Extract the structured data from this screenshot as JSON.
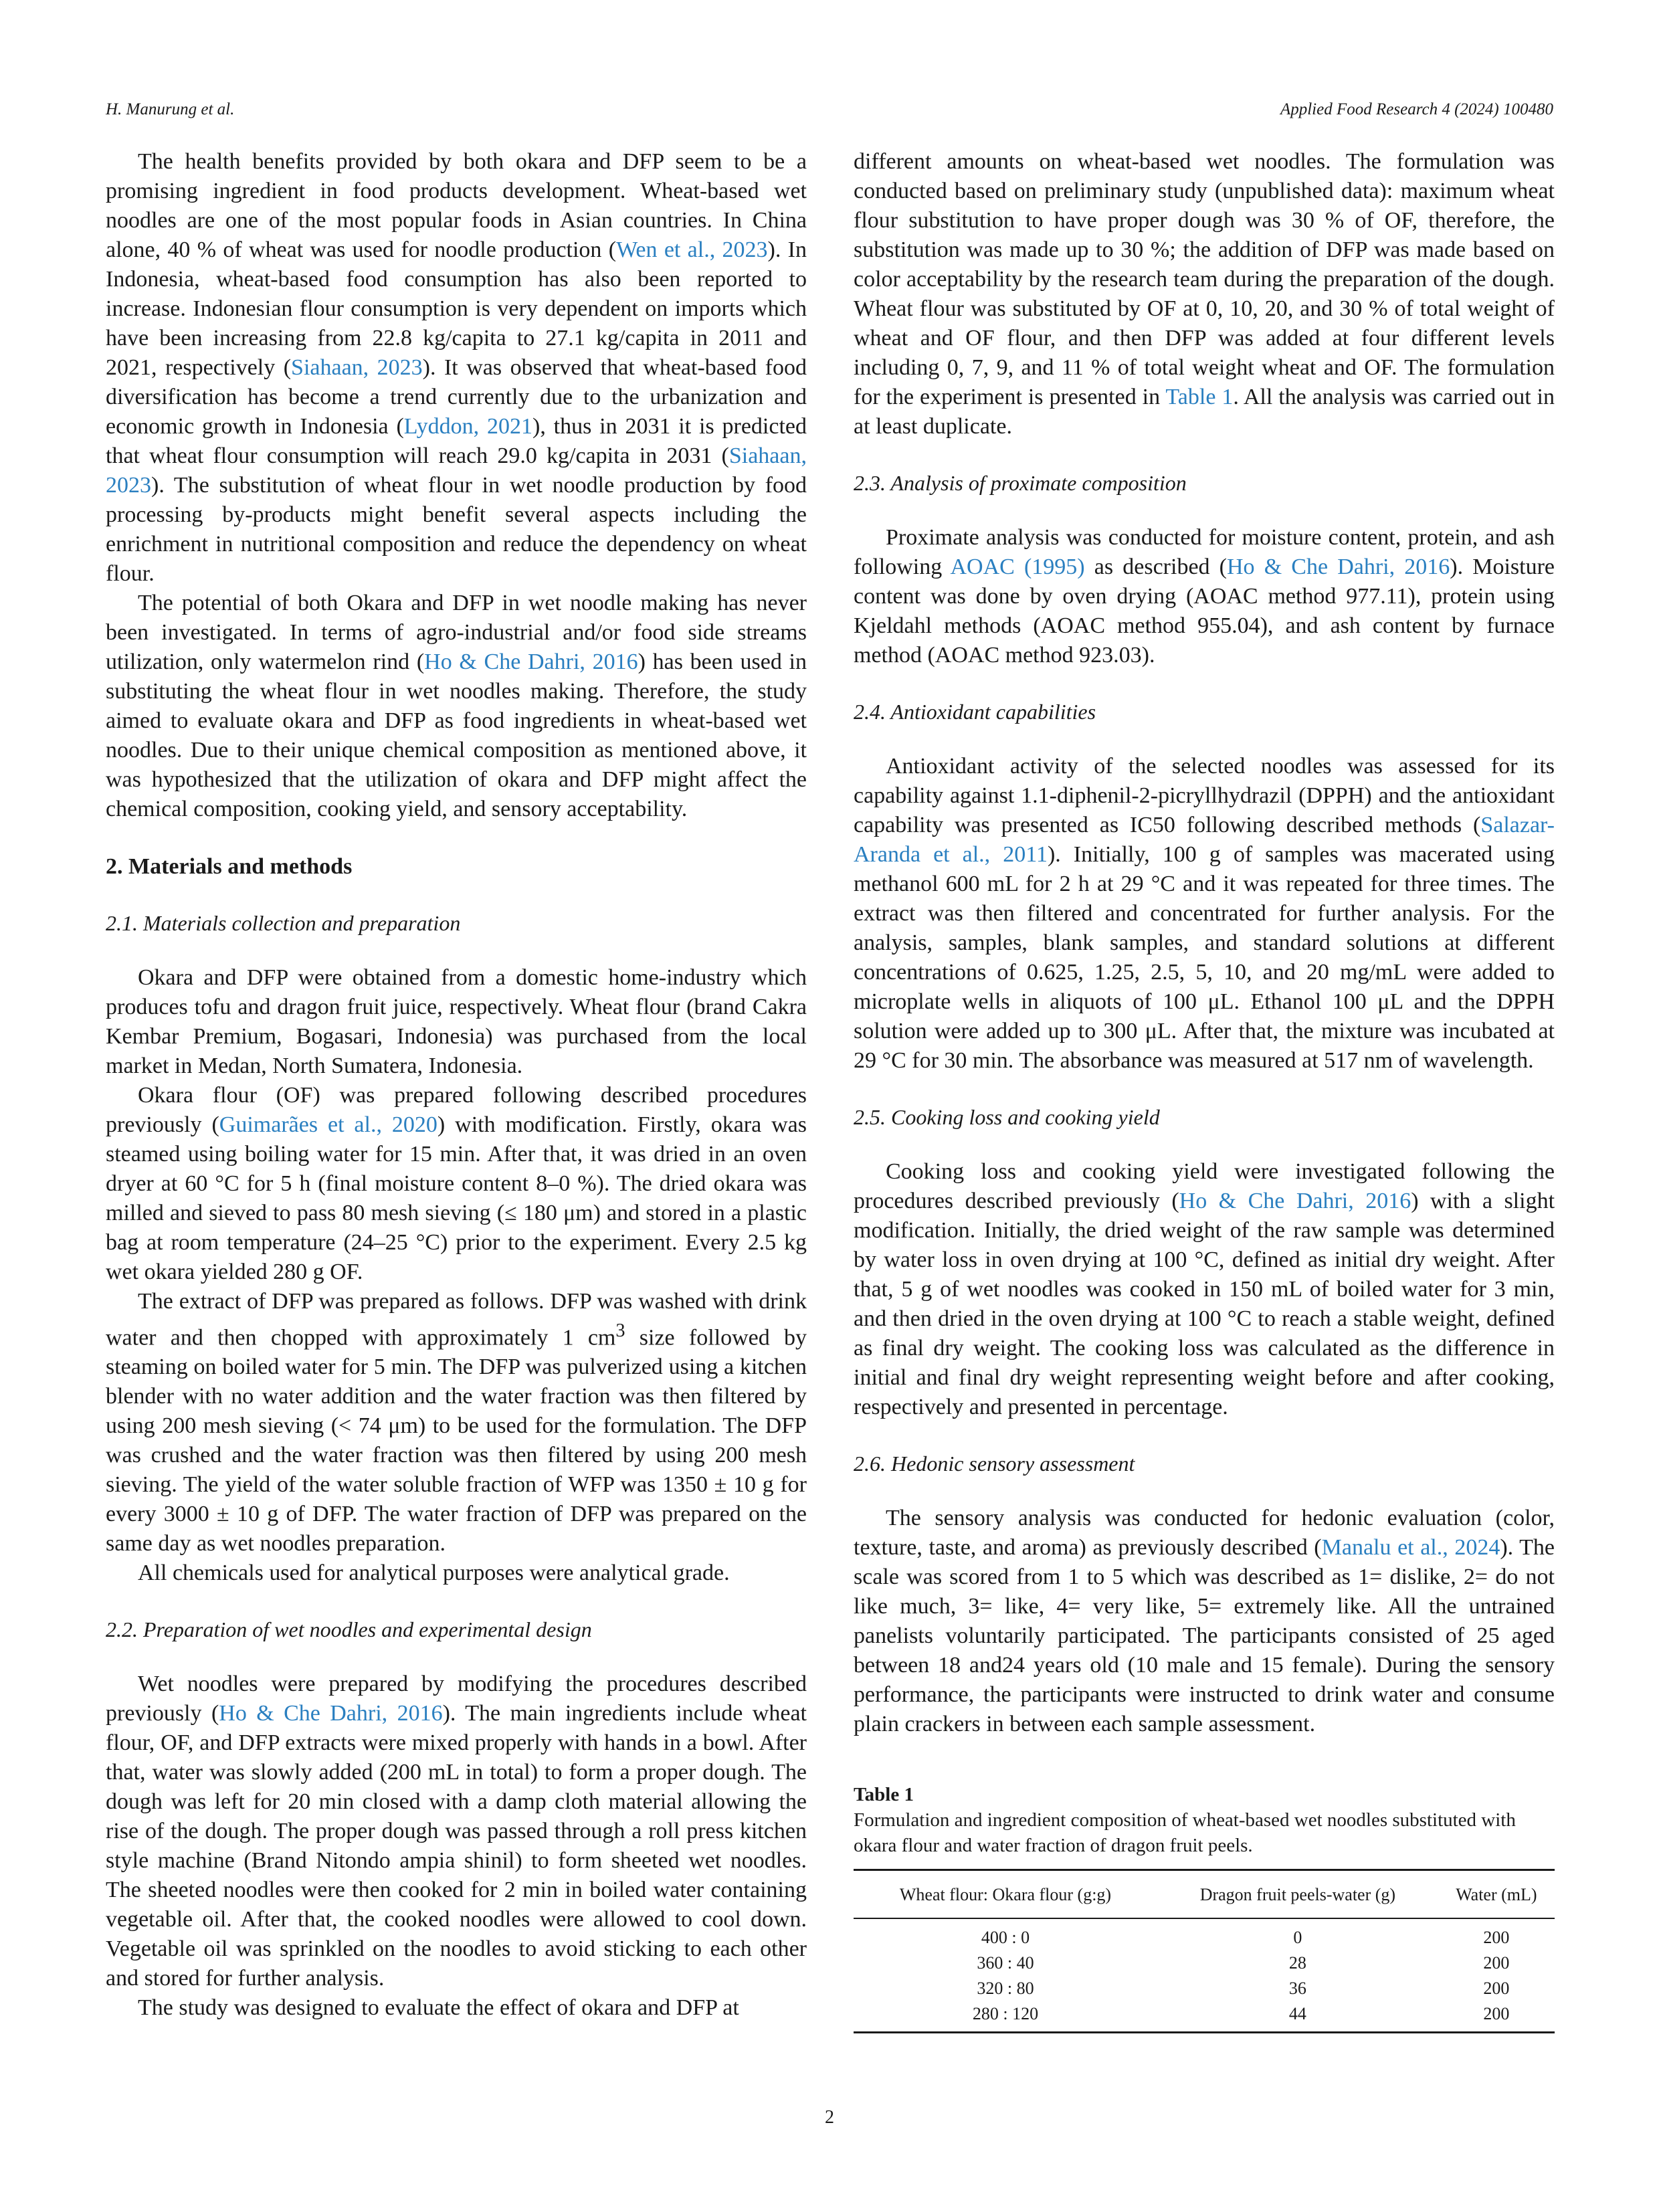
{
  "header": {
    "left": "H. Manurung et al.",
    "right": "Applied Food Research 4 (2024) 100480"
  },
  "left_column": {
    "p1": [
      "The health benefits provided by both okara and DFP seem to be a promising ingredient in food products development. Wheat-based wet noodles are one of the most popular foods in Asian countries. In China alone, 40 % of wheat was used for noodle production (",
      "Wen et al., 2023",
      "). In Indonesia, wheat-based food consumption has also been reported to increase. Indonesian flour consumption is very dependent on imports which have been increasing from 22.8 kg/capita to 27.1 kg/capita in 2011 and 2021, respectively (",
      "Siahaan, 2023",
      "). It was observed that wheat-based food diversification has become a trend currently due to the urbanization and economic growth in Indonesia (",
      "Lyddon, 2021",
      "), thus in 2031 it is predicted that wheat flour consumption will reach 29.0 kg/capita in 2031 (",
      "Siahaan, 2023",
      "). The substitution of wheat flour in wet noodle production by food processing by-products might benefit several aspects including the enrichment in nutritional composition and reduce the dependency on wheat flour."
    ],
    "p2": [
      "The potential of both Okara and DFP in wet noodle making has never been investigated. In terms of agro-industrial and/or food side streams utilization, only watermelon rind (",
      "Ho & Che Dahri, 2016",
      ") has been used in substituting the wheat flour in wet noodles making. Therefore, the study aimed to evaluate okara and DFP as food ingredients in wheat-based wet noodles. Due to their unique chemical composition as mentioned above, it was hypothesized that the utilization of okara and DFP might affect the chemical composition, cooking yield, and sensory acceptability."
    ],
    "sec2": "2.  Materials and methods",
    "sub21": "2.1.  Materials collection and preparation",
    "p3": "Okara and DFP were obtained from a domestic home-industry which produces tofu and dragon fruit juice, respectively. Wheat flour (brand Cakra Kembar Premium, Bogasari, Indonesia) was purchased from the local market in Medan, North Sumatera, Indonesia.",
    "p4": [
      "Okara flour (OF) was prepared following described procedures previously (",
      "Guimarães et al., 2020",
      ") with modification. Firstly, okara was steamed using boiling water for 15 min. After that, it was dried in an oven dryer at 60 °C for 5 h (final moisture content 8–0 %). The dried okara was milled and sieved to pass 80 mesh sieving (≤ 180 μm) and stored in a plastic bag at room temperature (24–25 °C) prior to the experiment. Every 2.5 kg wet okara yielded 280 g OF."
    ],
    "p5": [
      "The extract of DFP was prepared as follows. DFP was washed with drink water and then chopped with approximately 1 cm",
      "3",
      " size followed by steaming on boiled water for 5 min. The DFP was pulverized using a kitchen blender with no water addition and the water fraction was then filtered by using 200 mesh sieving (< 74 μm) to be used for the formulation. The DFP was crushed and the water fraction was then filtered by using 200 mesh sieving. The yield of the water soluble fraction of WFP was 1350 ± 10 g for every 3000 ± 10 g of DFP. The water fraction of DFP was prepared on the same day as wet noodles preparation."
    ],
    "p6": "All chemicals used for analytical purposes were analytical grade.",
    "sub22": "2.2.  Preparation of wet noodles and experimental design",
    "p7": [
      "Wet noodles were prepared by modifying the procedures described previously (",
      "Ho & Che Dahri, 2016",
      "). The main ingredients include wheat flour, OF, and DFP extracts were mixed properly with hands in a bowl. After that, water was slowly added (200 mL in total) to form a proper dough. The dough was left for 20 min closed with a damp cloth material allowing the rise of the dough. The proper dough was passed through a roll press kitchen style machine (Brand Nitondo ampia shinil) to form sheeted wet noodles. The sheeted noodles were then cooked for 2 min in boiled water containing vegetable oil. After that, the cooked noodles were allowed to cool down. Vegetable oil was sprinkled on the noodles to avoid sticking to each other and stored for further analysis."
    ],
    "p8": "The study was designed to evaluate the effect of okara and DFP at"
  },
  "right_column": {
    "p1": [
      "different amounts on wheat-based wet noodles. The formulation was conducted based on preliminary study (unpublished data): maximum wheat flour substitution to have proper dough was 30 % of OF, therefore, the substitution was made up to 30 %; the addition of DFP was made based on color acceptability by the research team during the preparation of the dough. Wheat flour was substituted by OF at 0, 10, 20, and 30 % of total weight of wheat and OF flour, and then DFP was added at four different levels including 0, 7, 9, and 11 % of total weight wheat and OF. The formulation for the experiment is presented in ",
      "Table 1",
      ". All the analysis was carried out in at least duplicate."
    ],
    "sub23": "2.3.  Analysis of proximate composition",
    "p2": [
      "Proximate analysis was conducted for moisture content, protein, and ash following ",
      "AOAC (1995)",
      " as described (",
      "Ho & Che Dahri, 2016",
      "). Moisture content was done by oven drying (AOAC method 977.11), protein using Kjeldahl methods (AOAC method 955.04), and ash content by furnace method (AOAC method 923.03)."
    ],
    "sub24": "2.4.  Antioxidant capabilities",
    "p3": [
      "Antioxidant activity of the selected noodles was assessed for its capability against 1.1-diphenil-2-picryllhydrazil (DPPH) and the antioxidant capability was presented as IC50 following described methods (",
      "Salazar-Aranda et al., 2011",
      "). Initially, 100 g of samples was macerated using methanol 600 mL for 2 h at 29 °C and it was repeated for three times. The extract was then filtered and concentrated for further analysis. For the analysis, samples, blank samples, and standard solutions at different concentrations of 0.625, 1.25, 2.5, 5, 10, and 20 mg/mL were added to microplate wells in aliquots of 100 μL. Ethanol 100 μL and the DPPH solution were added up to 300 μL. After that, the mixture was incubated at 29 °C for 30 min. The absorbance was measured at 517 nm of wavelength."
    ],
    "sub25": "2.5.  Cooking loss and cooking yield",
    "p4": [
      "Cooking loss and cooking yield were investigated following the procedures described previously (",
      "Ho & Che Dahri, 2016",
      ") with a slight modification. Initially, the dried weight of the raw sample was determined by water loss in oven drying at 100 °C, defined as initial dry weight. After that, 5 g of wet noodles was cooked in 150 mL of boiled water for 3 min, and then dried in the oven drying at 100 °C to reach a stable weight, defined as final dry weight. The cooking loss was calculated as the difference in initial and final dry weight representing weight before and after cooking, respectively and presented in percentage."
    ],
    "sub26": "2.6.  Hedonic sensory assessment",
    "p5": [
      "The sensory analysis was conducted for hedonic evaluation (color, texture, taste, and aroma) as previously described (",
      "Manalu et al., 2024",
      "). The scale was scored from 1 to 5 which was described as 1= dislike, 2= do not like much, 3= like, 4= very like, 5= extremely like. All the untrained panelists voluntarily participated. The participants consisted of 25 aged between 18 and24 years old (10 male and 15 female). During the sensory performance, the participants were instructed to drink water and consume plain crackers in between each sample assessment."
    ]
  },
  "table1": {
    "title": "Table 1",
    "caption": "Formulation and ingredient composition of wheat-based wet noodles substituted with okara flour and water fraction of dragon fruit peels.",
    "headers": [
      "Wheat flour: Okara flour (g:g)",
      "Dragon fruit peels-water (g)",
      "Water (mL)"
    ],
    "rows": [
      [
        "400 : 0",
        "0",
        "200"
      ],
      [
        "360 : 40",
        "28",
        "200"
      ],
      [
        "320 : 80",
        "36",
        "200"
      ],
      [
        "280 : 120",
        "44",
        "200"
      ]
    ]
  },
  "page_number": "2",
  "colors": {
    "link": "#2a7fc0",
    "text": "#1a1a1a"
  }
}
